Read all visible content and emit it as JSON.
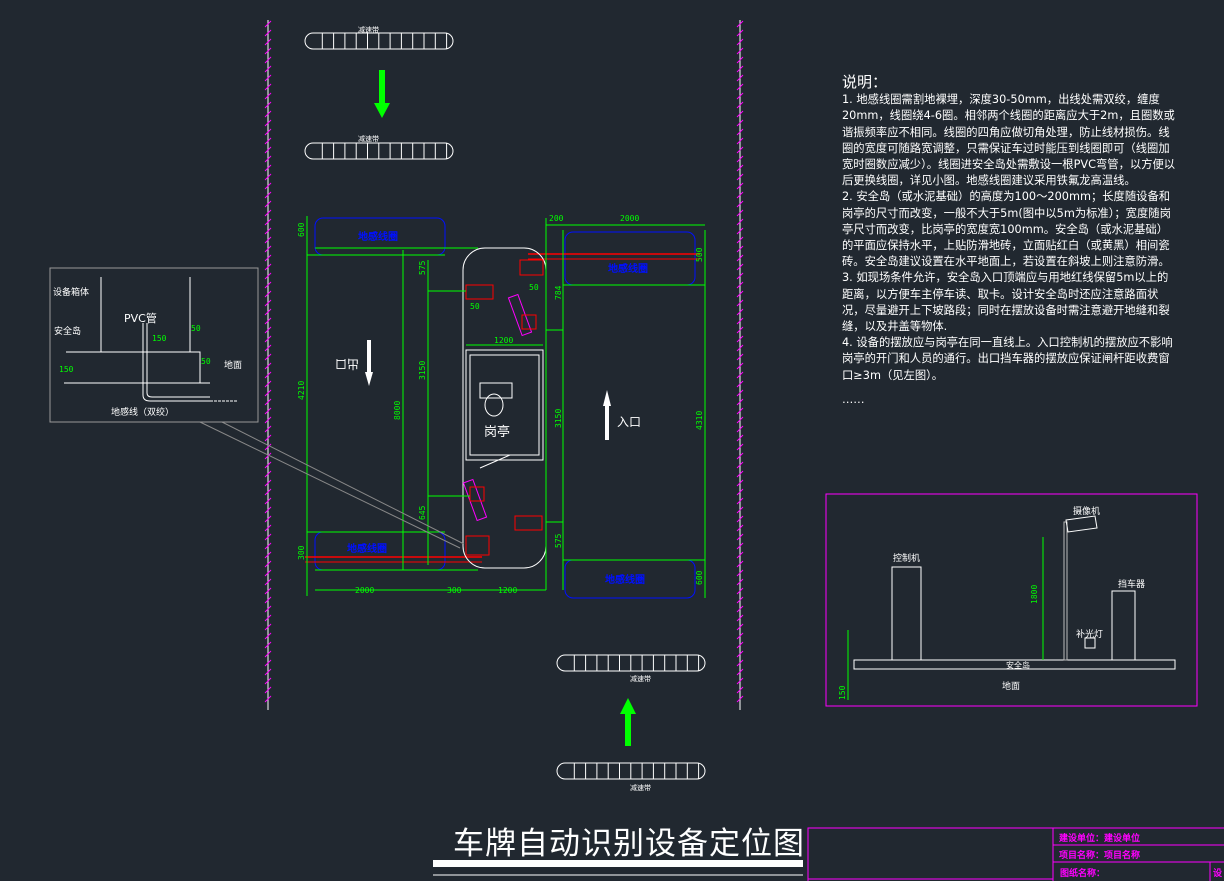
{
  "title": "车牌自动识别设备定位图",
  "notes": {
    "heading": "说明：",
    "items": [
      "1. 地感线圈需割地裸埋，深度30-50mm，出线处需双绞，缠度20mm，线圈绕4-6圈。相邻两个线圈的距离应大于2m，且圈数或谐振频率应不相同。线圈的四角应做切角处理，防止线材损伤。线圈的宽度可随路宽调整，只需保证车过时能压到线圈即可（线圈加宽时圈数应减少）。线圈进安全岛处需敷设一根PVC弯管，以方便以后更换线圈，详见小图。地感线圈建议采用铁氟龙高温线。",
      "2. 安全岛（或水泥基础）的高度为100～200mm；长度随设备和岗亭的尺寸而改变，一般不大于5m(图中以5m为标准）；宽度随岗亭尺寸而改变，比岗亭的宽度宽100mm。安全岛（或水泥基础）的平面应保持水平，上贴防滑地砖，立面贴红白（或黄黑）相间瓷砖。安全岛建议设置在水平地面上，若设置在斜坡上则注意防滑。",
      "3. 如现场条件允许，安全岛入口顶端应与用地红线保留5m以上的距离，以方便车主停车读、取卡。设计安全岛时还应注意路面状况，尽量避开上下坡路段；同时在摆放设备时需注意避开地缝和裂缝，以及井盖等物体.",
      "4. 设备的摆放应与岗亭在同一直线上。入口控制机的摆放应不影响岗亭的开门和人员的通行。出口挡车器的摆放应保证闸杆距收费窗口≥3m（见左图）。"
    ],
    "ellipsis": "……"
  },
  "plan": {
    "exit_label": "出口",
    "entry_label": "入口",
    "booth_label": "岗亭",
    "loop_label": "地感线圈",
    "bump_label": "减速带",
    "dims": [
      "600",
      "4210",
      "8000",
      "3150",
      "575",
      "645",
      "300",
      "2000",
      "300",
      "1200",
      "1200",
      "200",
      "2000",
      "500",
      "784",
      "3150",
      "4310",
      "575",
      "600",
      "50",
      "50"
    ]
  },
  "inset_section": {
    "cabinet": "设备箱体",
    "pvc": "PVC管",
    "island": "安全岛",
    "ground": "地面",
    "wire": "地感线（双绞）",
    "dims": [
      "150",
      "150",
      "50",
      "50"
    ]
  },
  "inset_elevation": {
    "camera": "摄像机",
    "controller": "控制机",
    "barrier": "挡车器",
    "light": "补光灯",
    "island": "安全岛",
    "ground": "地面",
    "dims": [
      "1800",
      "150"
    ]
  },
  "title_block": {
    "builder": "建设单位：建设单位",
    "project": "项目名称：项目名称",
    "drawing": "图纸名称：",
    "extra": "设"
  },
  "colors": {
    "bg": "#212830",
    "green": "#00ff00",
    "blue": "#0010ff",
    "red": "#ff0000",
    "magenta": "#ff00ff"
  }
}
